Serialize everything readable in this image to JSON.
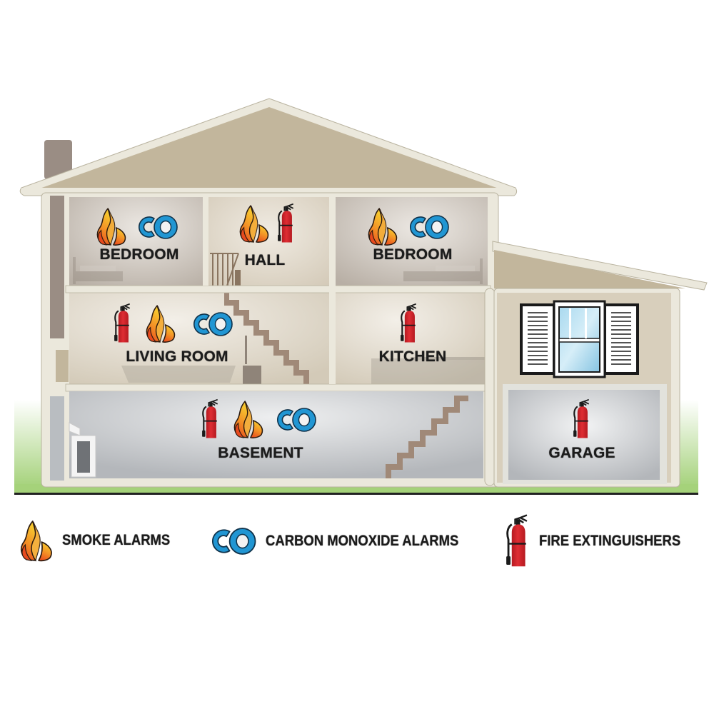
{
  "colors": {
    "roof_fill": "#c2b69c",
    "trim": "#ebe8dc",
    "trim_edge": "#b9b39f",
    "wall": "#d8cfbc",
    "upstairs_bedroom": "#cdc6bc",
    "upstairs_hall": "#ddd5c6",
    "main_floor": "#ddd6c8",
    "basement": "#c5c8cb",
    "garage_door": "#c3c6c9",
    "chimney": "#9a8d84",
    "stairs": "#a08978",
    "grass": "#9fcf72",
    "ground_line": "#222222",
    "smoke_orange": "#f07a1e",
    "smoke_yellow": "#f6c12a",
    "co_blue": "#2196d3",
    "extinguisher_red": "#cf2229",
    "window_glass": "#8fcbe8"
  },
  "rooms": [
    {
      "id": "bedroom-left",
      "label": "BEDROOM",
      "devices": [
        "smoke",
        "co"
      ]
    },
    {
      "id": "hall",
      "label": "HALL",
      "devices": [
        "smoke",
        "extinguisher"
      ]
    },
    {
      "id": "bedroom-right",
      "label": "BEDROOM",
      "devices": [
        "smoke",
        "co"
      ]
    },
    {
      "id": "living-room",
      "label": "LIVING ROOM",
      "devices": [
        "extinguisher",
        "smoke",
        "co"
      ]
    },
    {
      "id": "kitchen",
      "label": "KITCHEN",
      "devices": [
        "extinguisher"
      ]
    },
    {
      "id": "basement",
      "label": "BASEMENT",
      "devices": [
        "extinguisher",
        "smoke",
        "co"
      ]
    },
    {
      "id": "garage",
      "label": "GARAGE",
      "devices": [
        "extinguisher"
      ]
    }
  ],
  "icon_text": {
    "co": "CO"
  },
  "legend": [
    {
      "icon": "smoke-alarm-icon",
      "label": "SMOKE ALARMS"
    },
    {
      "icon": "co-alarm-icon",
      "label": "CARBON MONOXIDE ALARMS"
    },
    {
      "icon": "fire-extinguisher-icon",
      "label": "FIRE EXTINGUISHERS"
    }
  ]
}
